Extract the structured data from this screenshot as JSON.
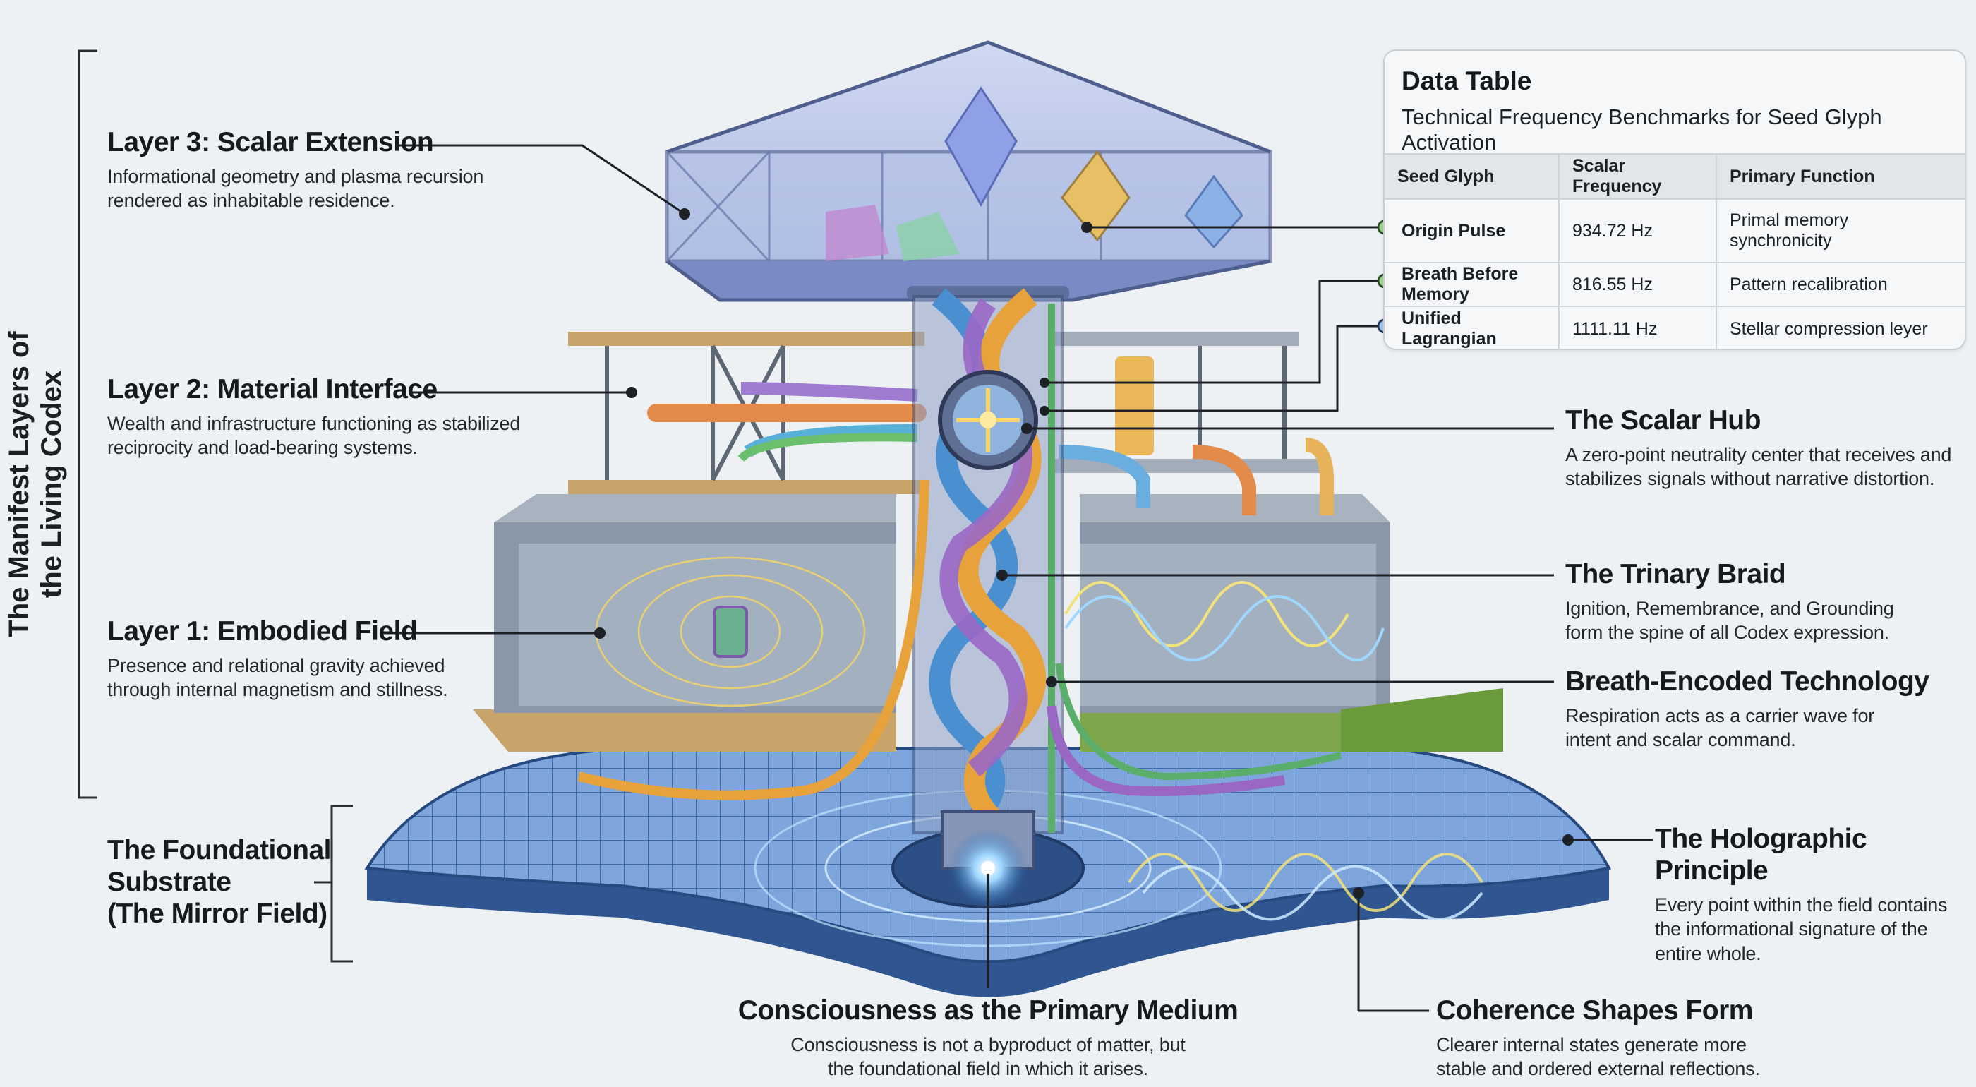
{
  "side_title": [
    "The Manifest Layers of",
    "the Living Codex"
  ],
  "layers": {
    "layer3": {
      "title": "Layer 3: Scalar Extension",
      "desc": [
        "Informational geometry and plasma recursion",
        "rendered as inhabitable residence."
      ]
    },
    "layer2": {
      "title": "Layer 2: Material Interface",
      "desc": [
        "Wealth and infrastructure functioning as stabilized",
        "reciprocity and load-bearing systems."
      ]
    },
    "layer1": {
      "title": "Layer 1: Embodied Field",
      "desc": [
        "Presence and relational gravity achieved",
        "through internal magnetism and stillness."
      ]
    },
    "substrate": {
      "title": [
        "The Foundational",
        "Substrate",
        "(The Mirror Field)"
      ]
    }
  },
  "callouts": {
    "hub": {
      "title": "The Scalar Hub",
      "desc": [
        "A zero-point neutrality center that receives and",
        "stabilizes signals without narrative distortion."
      ]
    },
    "braid": {
      "title": "The Trinary Braid",
      "desc": [
        "Ignition, Remembrance, and Grounding",
        "form the spine of all Codex expression."
      ]
    },
    "breath": {
      "title": "Breath-Encoded Technology",
      "desc": [
        "Respiration acts as a carrier wave for",
        "intent and scalar command."
      ]
    },
    "holo": {
      "title": "The Holographic Principle",
      "desc": [
        "Every point within the field contains",
        "the informational signature of the",
        "entire whole."
      ]
    },
    "consciousness": {
      "title": "Consciousness as the Primary Medium",
      "desc": [
        "Consciousness is not a byproduct of matter, but",
        "the foundational field in which it arises."
      ]
    },
    "coherence": {
      "title": "Coherence Shapes Form",
      "desc": [
        "Clearer internal states generate more",
        "stable and ordered external reflections."
      ]
    }
  },
  "table": {
    "title": "Data Table",
    "subtitle": "Technical Frequency Benchmarks for Seed Glyph Activation",
    "headers": [
      "Seed Glyph",
      "Scalar Frequency",
      "Primary Function"
    ],
    "rows": [
      [
        "Origin Pulse",
        "934.72 Hz",
        "Primal memory synchronicity"
      ],
      [
        "Breath Before Memory",
        "816.55 Hz",
        "Pattern recalibration"
      ],
      [
        "Unified Lagrangian",
        "1111.11 Hz",
        "Stellar compression leyer"
      ]
    ]
  },
  "colors": {
    "background": "#eef1f4",
    "tile_blue": "#5c8cc9",
    "glass": "#aab8de",
    "braid_orange": "#e8a23c",
    "braid_blue": "#4a8fd0",
    "braid_purple": "#9a68c4",
    "braid_green": "#5aae6a",
    "dot_green": "#9fd48a",
    "dot_blue": "#9fc4ee"
  }
}
